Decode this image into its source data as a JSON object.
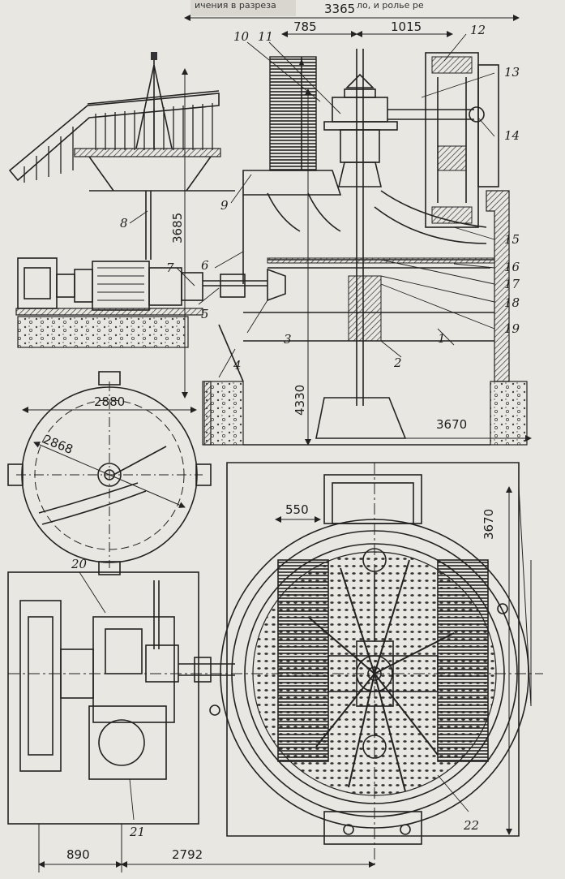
{
  "dimensions": {
    "top_width": "3365",
    "d785": "785",
    "d1015": "1015",
    "height_3685": "3685",
    "height_4330": "4330",
    "width_3670_top": "3670",
    "dia_2880": "2880",
    "dia_2868": "2868",
    "d550": "550",
    "height_3670_plan": "3670",
    "d890": "890",
    "d2792": "2792"
  },
  "callouts": [
    "1",
    "2",
    "3",
    "4",
    "5",
    "6",
    "7",
    "8",
    "9",
    "10",
    "11",
    "12",
    "13",
    "14",
    "15",
    "16",
    "17",
    "18",
    "19",
    "20",
    "21",
    "22"
  ],
  "side_text": {
    "lines": [
      "ичения в разреза",
      "ло,  и  ролье ре"
    ]
  },
  "colors": {
    "paper": "#e9e7e1",
    "ink": "#222222"
  }
}
